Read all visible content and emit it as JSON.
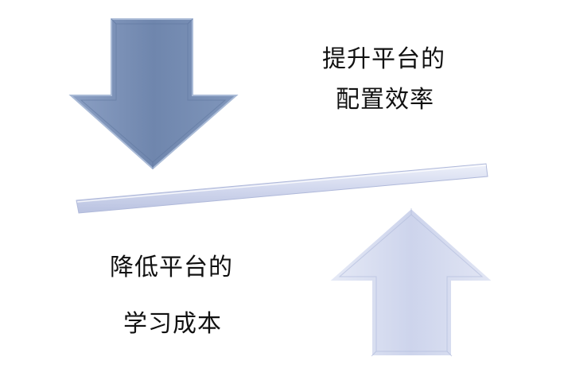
{
  "top_caption": {
    "line1": "提升平台的",
    "line2": "配置效率"
  },
  "bottom_caption": {
    "line1": "降低平台的",
    "line2": "学习成本"
  },
  "colors": {
    "down_arrow": "#6f86ad",
    "up_arrow": "#d3d9ee",
    "bar": "#d2d8ee",
    "text": "#111111"
  },
  "icons": {
    "down_arrow": "arrow-down-icon",
    "up_arrow": "arrow-up-icon"
  }
}
